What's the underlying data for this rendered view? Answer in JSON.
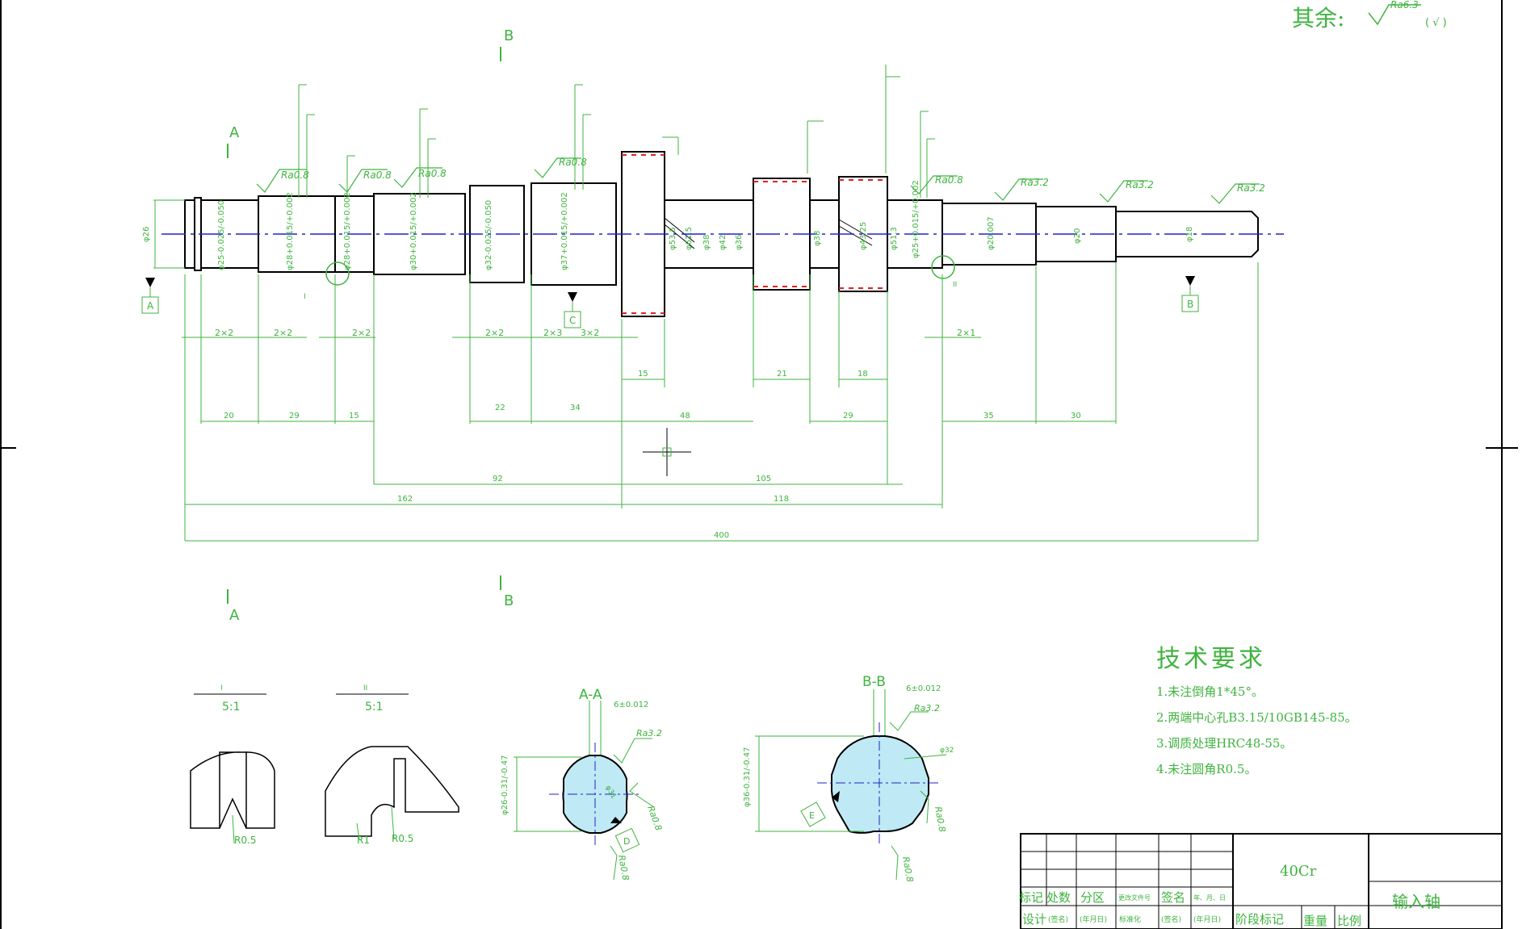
{
  "drawing": {
    "surface_note": {
      "prefix": "其余:",
      "ra": "Ra6.3",
      "suffix": "( √ )"
    },
    "section_marks": {
      "A": "A",
      "B": "B"
    },
    "datum_labels": [
      "A",
      "C",
      "B"
    ],
    "detail_markers": [
      "I",
      "II"
    ],
    "roughness_top": [
      "Ra0.8",
      "Ra0.8",
      "Ra0.8",
      "Ra0.8",
      "Ra0.8",
      "Ra3.2",
      "Ra3.2",
      "Ra3.2"
    ],
    "diameter_labels": [
      "φ26",
      "φ25-0.025/-0.050",
      "φ28+0.015/+0.002",
      "φ28+0.015/+0.002",
      "φ30+0.015/+0.002",
      "φ32-0.025/-0.050",
      "φ37+0.015/+0.002",
      "φ53.5",
      "φ61.5",
      "φ38",
      "φ42",
      "φ36",
      "φ38",
      "φ43.25",
      "φ51.3",
      "φ25+0.015/+0.002",
      "φ20.007",
      "φ20",
      "φ18"
    ],
    "chamfers": [
      "2×2",
      "2×2",
      "2×2",
      "2×2",
      "2×3",
      "3×2",
      "2×1"
    ],
    "dims_row1": [
      "15",
      "21",
      "18"
    ],
    "dims_row2": [
      "20",
      "29",
      "15",
      "22",
      "34",
      "48",
      "29",
      "35",
      "30"
    ],
    "dims_row3": [
      "92",
      "105"
    ],
    "dims_row4": [
      "162",
      "118"
    ],
    "dims_total": "400",
    "detail1": {
      "title": "I",
      "scale": "5:1",
      "radius": "R0.5"
    },
    "detail2": {
      "title": "II",
      "scale": "5:1",
      "r1": "R1",
      "r2": "R0.5"
    },
    "sectionAA": {
      "title": "A-A",
      "key": "6±0.012",
      "ra1": "Ra3.2",
      "ra2": "Ra0.8",
      "ra3": "Ra0.8",
      "dim": "φ26-0.31/-0.47",
      "dia": "φ31",
      "datum": "D"
    },
    "sectionBB": {
      "title": "B-B",
      "key": "6±0.012",
      "ra1": "Ra3.2",
      "ra2": "Ra0.8",
      "ra3": "Ra0.8",
      "dim": "φ36-0.31/-0.47",
      "dia": "φ32",
      "datum": "E"
    },
    "tech": {
      "title": "技术要求",
      "items": [
        "1.未注倒角1*45°。",
        "2.两端中心孔B3.15/10GB145-85。",
        "3.调质处理HRC48-55。",
        "4.未注圆角R0.5。"
      ]
    },
    "titleblock": {
      "material": "40Cr",
      "part": "输入轴",
      "row1": [
        "标记",
        "处数",
        "分区",
        "更改文件号",
        "签名",
        "年、月、日"
      ],
      "row2": [
        "设计",
        "(签名)",
        "(年月日)",
        "标准化",
        "(签名)",
        "(年月日)",
        "阶段标记",
        "重量",
        "比例"
      ]
    },
    "colors": {
      "outline": "#000000",
      "dims": "#3fb33f",
      "center": "#2222cc",
      "hatch": "#33aacc",
      "fill": "#bfe9f5",
      "red": "#dd2222"
    }
  }
}
